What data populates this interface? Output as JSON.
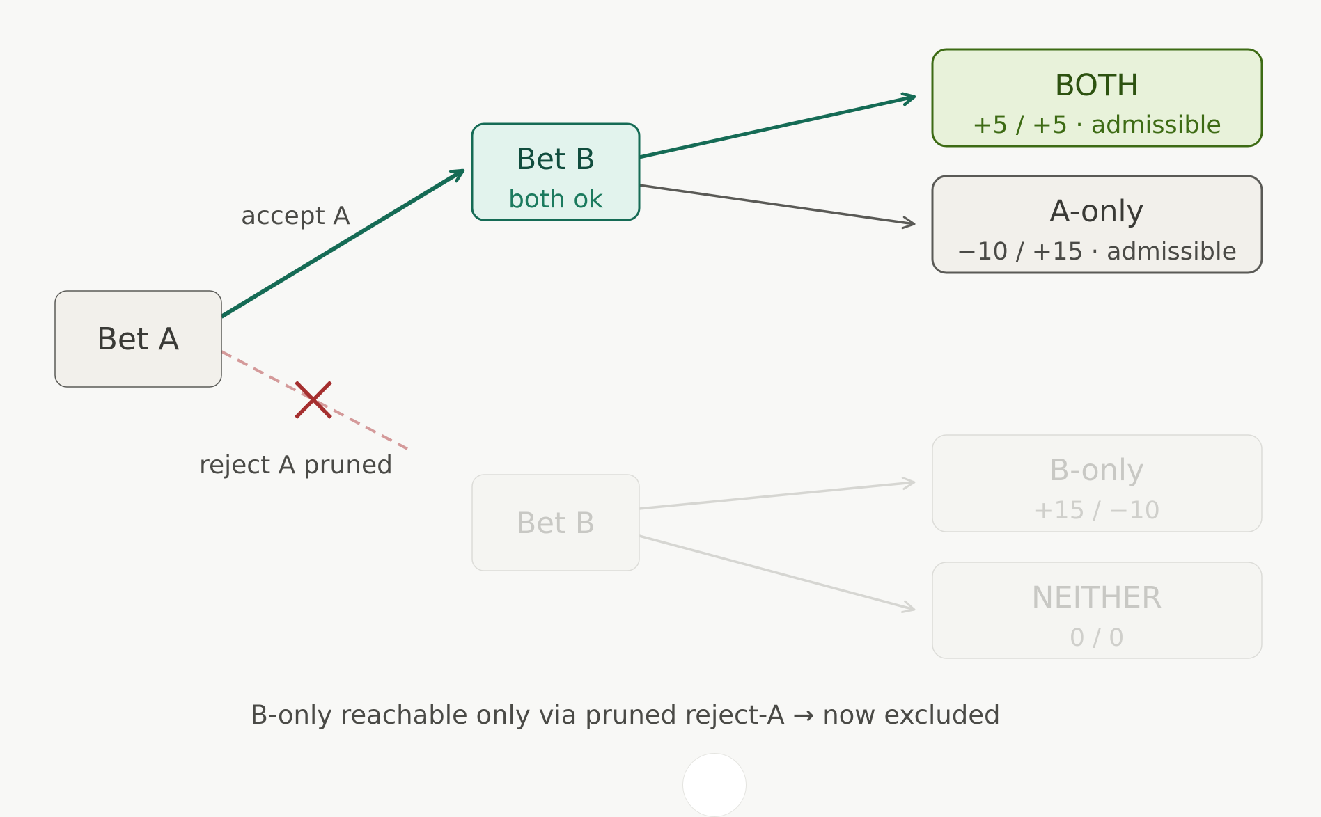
{
  "nodes": {
    "bet_a": {
      "title": "Bet A"
    },
    "bet_b_upper": {
      "title": "Bet B",
      "subtitle": "both ok"
    },
    "both": {
      "title": "BOTH",
      "subtitle": "+5 / +5 · admissible"
    },
    "a_only": {
      "title": "A-only",
      "subtitle": "−10 / +15 · admissible"
    },
    "bet_b_lower": {
      "title": "Bet B"
    },
    "b_only": {
      "title": "B-only",
      "subtitle": "+15 / −10"
    },
    "neither": {
      "title": "NEITHER",
      "subtitle": "0 / 0"
    }
  },
  "edges": {
    "accept_label": "accept A",
    "reject_label": "reject A pruned"
  },
  "caption": "B-only reachable only via pruned reject-A → now excluded",
  "colors": {
    "active_edge": "#156b55",
    "neutral_edge": "#5a5a56",
    "faded_edge": "#d6d6d2",
    "pruned_edge": "#d49a9a",
    "prune_mark": "#a52f2f",
    "both_fill": "#e8f2da",
    "both_stroke": "#3d6b14",
    "bet_b_fill": "#e2f3ed",
    "neutral_fill": "#f2f0eb"
  }
}
